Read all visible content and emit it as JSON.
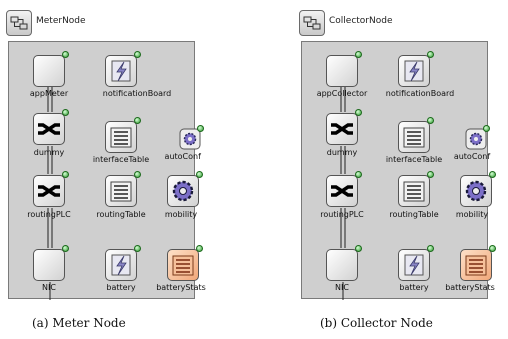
{
  "panels": [
    {
      "title": "MeterNode",
      "caption": "(a) Meter Node",
      "modules": {
        "app": "appMeter",
        "notif": "notificationBoard",
        "dummy": "dummy",
        "iftable": "interfaceTable",
        "autoconf": "autoConf",
        "routing": "routingPLC",
        "rtable": "routingTable",
        "mobility": "mobility",
        "nic": "NIC",
        "battery": "battery",
        "bstats": "batteryStats"
      }
    },
    {
      "title": "CollectorNode",
      "caption": "(b) Collector Node",
      "modules": {
        "app": "appCollector",
        "notif": "notificationBoard",
        "dummy": "dummy",
        "iftable": "interfaceTable",
        "autoconf": "autoConf",
        "routing": "routingPLC",
        "rtable": "routingTable",
        "mobility": "mobility",
        "nic": "NIC",
        "battery": "battery",
        "bstats": "batteryStats"
      }
    }
  ],
  "icons": {
    "app": "blank-module-icon",
    "notif": "lightning-board-icon",
    "dummy": "cross-arrows-icon",
    "iftable": "table-lines-icon",
    "autoconf": "gear-icon",
    "routing": "cross-arrows-icon",
    "rtable": "table-lines-icon",
    "mobility": "gear-icon",
    "nic": "blank-module-icon",
    "battery": "lightning-board-icon",
    "bstats": "table-lines-orange-icon"
  },
  "colors": {
    "container_bg": "#cfcfcf",
    "status_dot": "#2f9a2f",
    "orange_module": "#f6c09a"
  }
}
